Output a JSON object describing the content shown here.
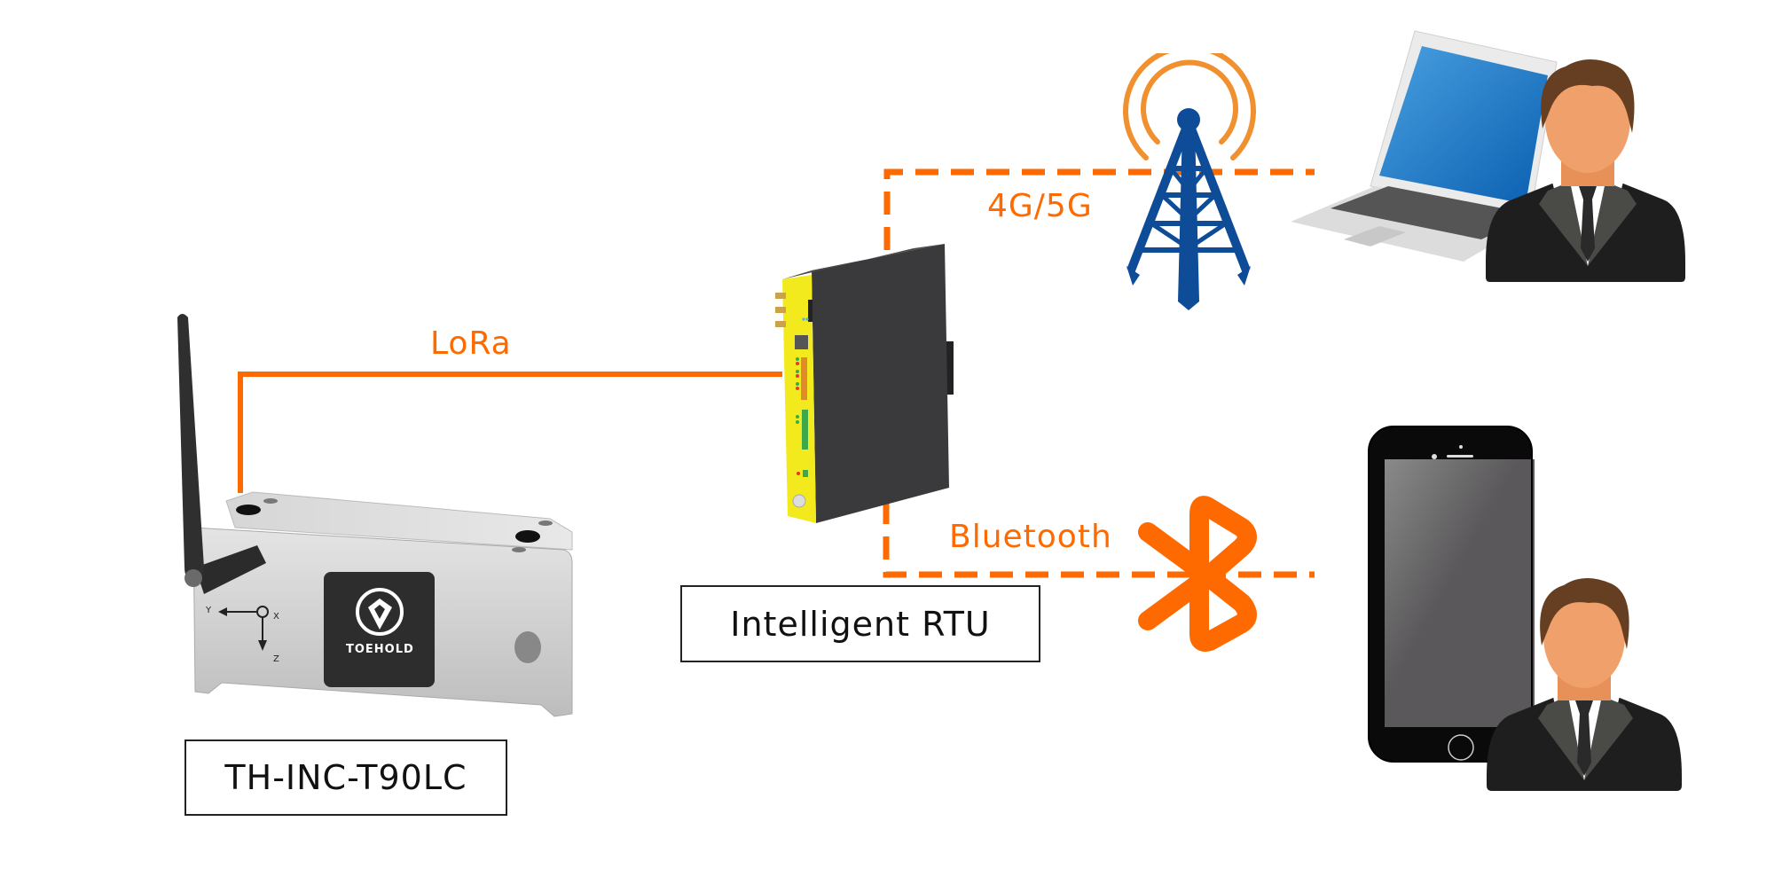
{
  "diagram": {
    "colors": {
      "link": "#ff6a00",
      "tower": "#0f4c97",
      "signal_arcs": "#f0902f",
      "rtu_face": "#f2ea1d",
      "rtu_body": "#3a3a3c",
      "sensor_body": "#cfcfcf",
      "suit": "#1e1e1e",
      "skin": "#f0a06a",
      "hair": "#663f22"
    },
    "nodes": {
      "sensor": {
        "label": "TH-INC-T90LC",
        "brand": "TOEHOLD",
        "axes": [
          "Y",
          "X",
          "Z"
        ]
      },
      "rtu": {
        "label": "Intelligent RTU"
      },
      "tower": {
        "icon": "cell-tower-icon"
      },
      "laptop_user": {
        "icon": "laptop-user-icon"
      },
      "phone_user": {
        "icon": "smartphone-user-icon"
      }
    },
    "links": [
      {
        "name": "LoRa",
        "from": "sensor",
        "to": "rtu",
        "style": "solid"
      },
      {
        "name": "4G/5G",
        "from": "rtu",
        "to": "laptop_user",
        "style": "dashed",
        "via": "tower"
      },
      {
        "name": "Bluetooth",
        "from": "rtu",
        "to": "phone_user",
        "style": "dashed",
        "icon": "bluetooth-icon"
      }
    ]
  }
}
